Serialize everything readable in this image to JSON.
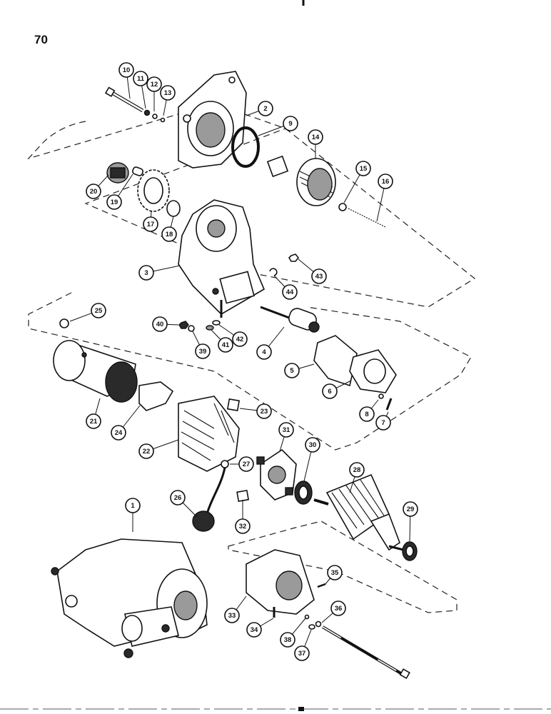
{
  "page": {
    "number": "70"
  },
  "callouts": [
    "1",
    "2",
    "3",
    "4",
    "5",
    "6",
    "7",
    "8",
    "9",
    "10",
    "11",
    "12",
    "13",
    "14",
    "15",
    "16",
    "17",
    "18",
    "19",
    "20",
    "21",
    "22",
    "23",
    "24",
    "25",
    "26",
    "27",
    "28",
    "29",
    "30",
    "31",
    "32",
    "33",
    "34",
    "35",
    "36",
    "37",
    "38",
    "39",
    "40",
    "41",
    "42",
    "43",
    "44"
  ],
  "colors": {
    "ink": "#111111",
    "paper": "#ffffff",
    "shade": "#2a2a2a"
  }
}
